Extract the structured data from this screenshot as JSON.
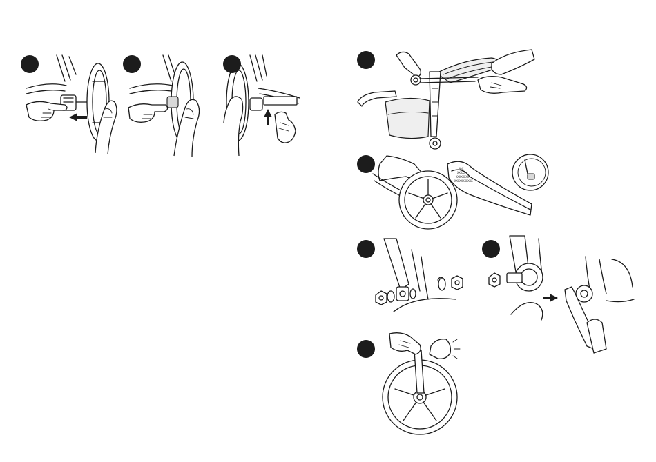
{
  "document": {
    "kind": "assembly-instructions-page",
    "left_column": {
      "steps": [
        {
          "id": "step-1a",
          "illustration": "rear-wheel-release",
          "arrow": "arrow-left-icon"
        },
        {
          "id": "step-1b",
          "illustration": "rear-wheel-pull-off",
          "arrow": ""
        },
        {
          "id": "step-1c",
          "illustration": "rear-wheel-push-on",
          "arrow": "arrow-up-icon"
        }
      ]
    },
    "right_column": {
      "steps": [
        {
          "id": "step-2",
          "illustration": "folded-stroller-on-side"
        },
        {
          "id": "step-3",
          "illustration": "wheel-with-tyre-and-axle-detail",
          "tyre_marking": [
            "MAX",
            "XXXXX",
            "XXXXXXXX",
            "XXXXXXXXXXX"
          ]
        },
        {
          "id": "step-4",
          "illustration": "axle-nut-and-washers"
        },
        {
          "id": "step-5",
          "illustration": "nut-tightening-with-spanner",
          "arrow": "arrow-right-icon"
        },
        {
          "id": "step-6",
          "illustration": "hands-tightening-front-wheel"
        }
      ]
    },
    "colors": {
      "ink": "#1a1a1a",
      "badge": "#1c1c1c",
      "paper": "#ffffff"
    }
  }
}
